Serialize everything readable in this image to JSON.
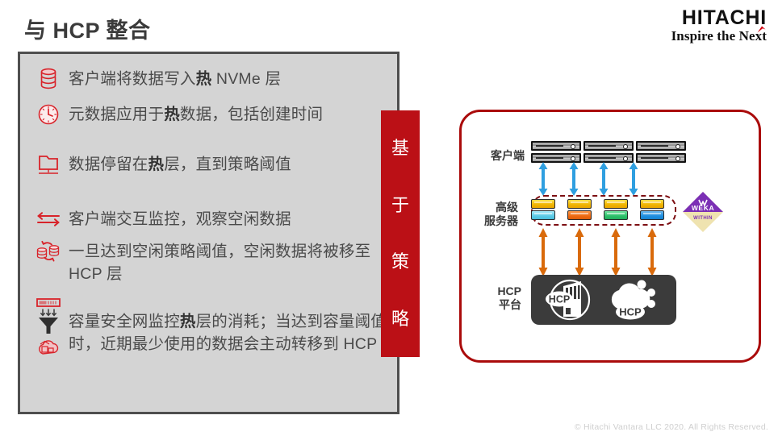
{
  "header": {
    "title": "与 HCP 整合",
    "logo": {
      "wordmark": "HITACHI",
      "tagline": "Inspire the Next",
      "accent_color": "#d4000f"
    }
  },
  "panel": {
    "background_color": "#d4d4d4",
    "border_color": "#4e4e4e",
    "bullets": [
      {
        "icon": "database-icon",
        "text_parts": [
          {
            "t": "客户端将数据写入",
            "bold": false
          },
          {
            "t": "热",
            "bold": true
          },
          {
            "t": " NVMe 层",
            "bold": false
          }
        ]
      },
      {
        "icon": "clock-icon",
        "text_parts": [
          {
            "t": "元数据应用于",
            "bold": false
          },
          {
            "t": "热",
            "bold": true
          },
          {
            "t": "数据，包括创建时间",
            "bold": false
          }
        ]
      },
      {
        "icon": "monitor-icon",
        "text_parts": [
          {
            "t": "数据停留在",
            "bold": false
          },
          {
            "t": "热",
            "bold": true
          },
          {
            "t": "层，直到策略阈值",
            "bold": false
          }
        ]
      },
      {
        "icon": "exchange-arrows-icon",
        "text_parts": [
          {
            "t": "客户端交互监控，观察空闲数据",
            "bold": false
          }
        ]
      },
      {
        "icon": "data-migration-icon",
        "text_parts": [
          {
            "t": "一旦达到空闲策略阈值，空闲数据将被移至 HCP 层",
            "bold": false
          }
        ]
      },
      {
        "icon": "capacity-funnel-cloud-icon",
        "text_parts": [
          {
            "t": "容量安全网监控",
            "bold": false
          },
          {
            "t": "热",
            "bold": true
          },
          {
            "t": "层的消耗；当达到容量阈值时，近期最少使用的数据会主动转移到 HCP",
            "bold": false
          }
        ]
      }
    ]
  },
  "policy_bar": {
    "color": "#bb1016",
    "text": "基于策略",
    "chars": [
      "基",
      "于",
      "策",
      "略"
    ]
  },
  "diagram": {
    "border_color": "#aa0b0b",
    "labels": {
      "clients": "客户端",
      "advanced_servers_line1": "高级",
      "advanced_servers_line2": "服务器",
      "hcp_platform_line1": "HCP",
      "hcp_platform_line2": "平台"
    },
    "client_groups": 3,
    "client_units_per_group": 2,
    "server_nodes": [
      {
        "top_color": "#f0b400",
        "bottom_color": "#6ed5ef"
      },
      {
        "top_color": "#f0b400",
        "bottom_color": "#f06a14"
      },
      {
        "top_color": "#f0b400",
        "bottom_color": "#2fc46a"
      },
      {
        "top_color": "#f0b400",
        "bottom_color": "#1f8fe0"
      }
    ],
    "arrows_top": {
      "count": 4,
      "color": "#2f9fe0",
      "direction": "bidirectional"
    },
    "arrows_bottom": {
      "count": 4,
      "color": "#d96a0b",
      "direction": "bidirectional"
    },
    "hcp_box": {
      "background": "#3b3b3b",
      "badges": [
        "HCP",
        "HCP"
      ]
    },
    "weka_logo": {
      "top_text": "WEKA",
      "bottom_text": "WITHIN",
      "top_color": "#7b2fb5",
      "bottom_color": "#efe3b0"
    }
  },
  "footer": {
    "copyright": "© Hitachi Vantara LLC 2020. All Rights Reserved."
  }
}
